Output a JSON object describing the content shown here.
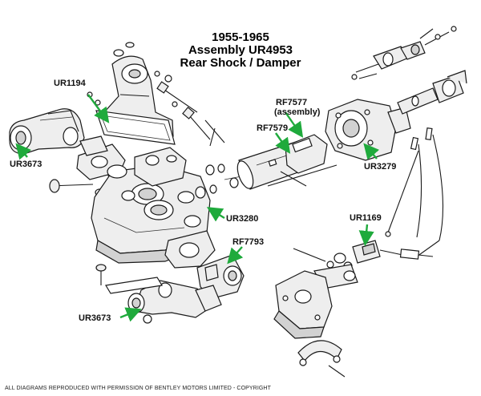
{
  "title": {
    "line1": "1955-1965",
    "line2": "Assembly UR4953",
    "line3": "Rear Shock / Damper"
  },
  "labels": {
    "ur1194": "UR1194",
    "ur3673_left": "UR3673",
    "ur3673_bottom": "UR3673",
    "rf7577_line1": "RF7577",
    "rf7577_line2": "(assembly)",
    "rf7579": "RF7579",
    "ur3279": "UR3279",
    "ur3280": "UR3280",
    "rf7793": "RF7793",
    "ur1169": "UR1169"
  },
  "footer": "ALL DIAGRAMS REPRODUCED WITH PERMISSION OF BENTLEY MOTORS LIMITED - COPYRIGHT",
  "colors": {
    "arrow": "#1faa3c",
    "ink": "#1a1a1a"
  }
}
